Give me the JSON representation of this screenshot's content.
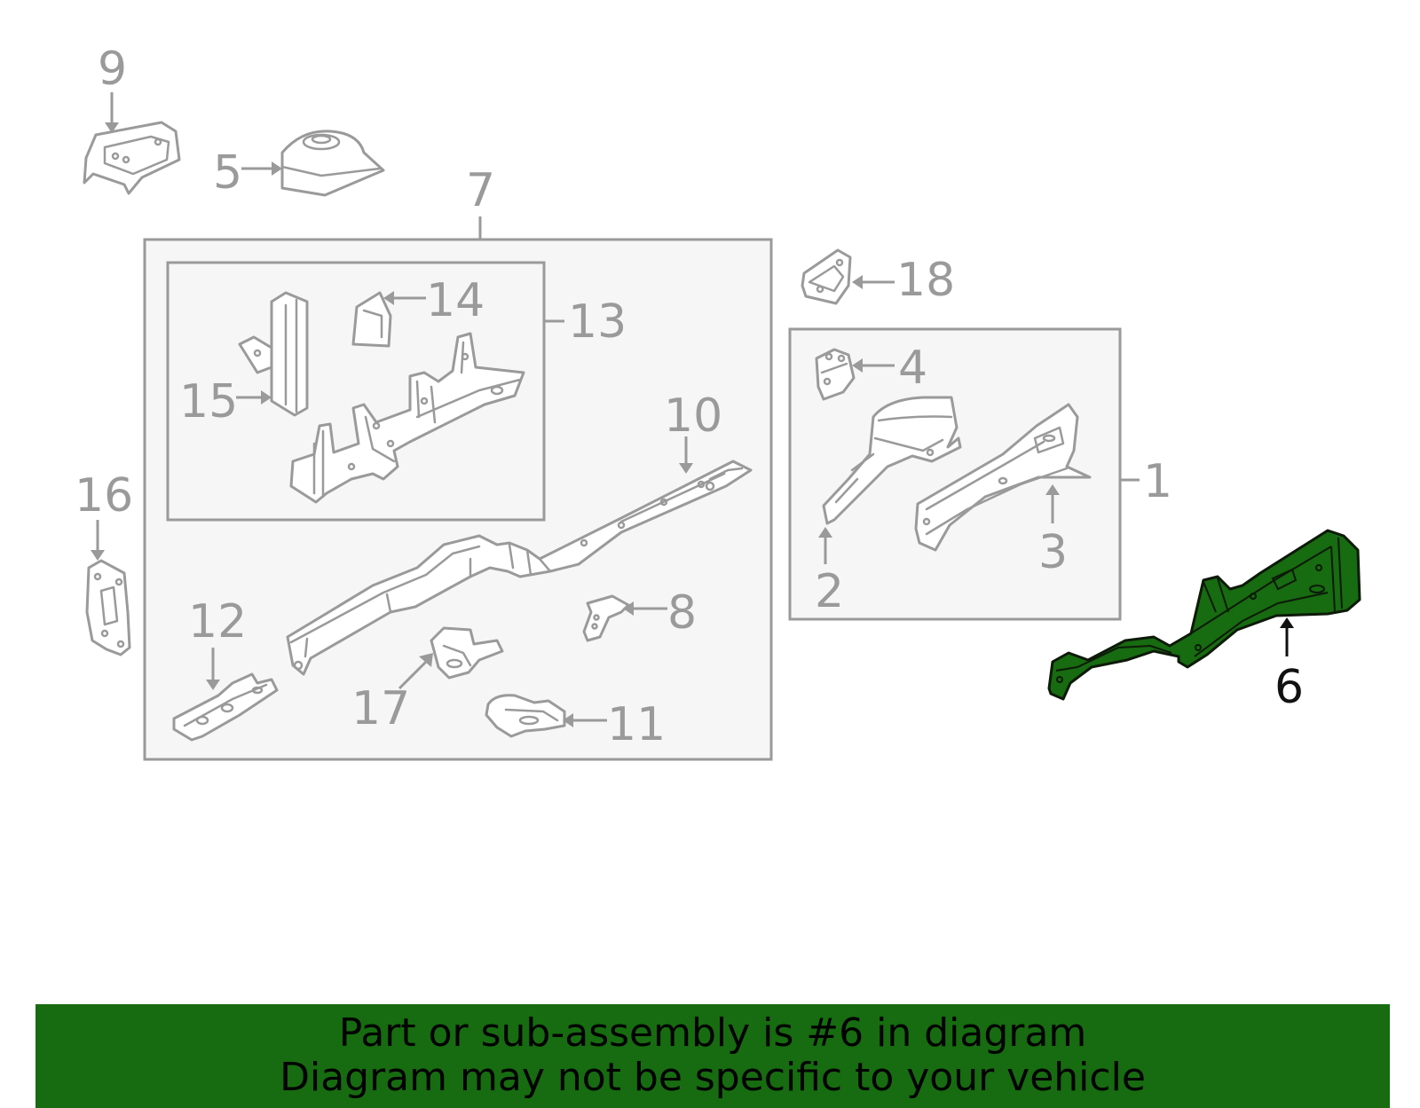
{
  "callouts": {
    "c1": "1",
    "c2": "2",
    "c3": "3",
    "c4": "4",
    "c5": "5",
    "c6": "6",
    "c7": "7",
    "c8": "8",
    "c9": "9",
    "c10": "10",
    "c11": "11",
    "c12": "12",
    "c13": "13",
    "c14": "14",
    "c15": "15",
    "c16": "16",
    "c17": "17",
    "c18": "18"
  },
  "highlighted_part": "6",
  "colors": {
    "highlight": "#176b10",
    "outline": "#9a9a9a",
    "banner": "#176b10"
  },
  "banner": {
    "line1": "Part or sub-assembly is #6 in diagram",
    "line2": "Diagram may not be specific to your vehicle"
  }
}
